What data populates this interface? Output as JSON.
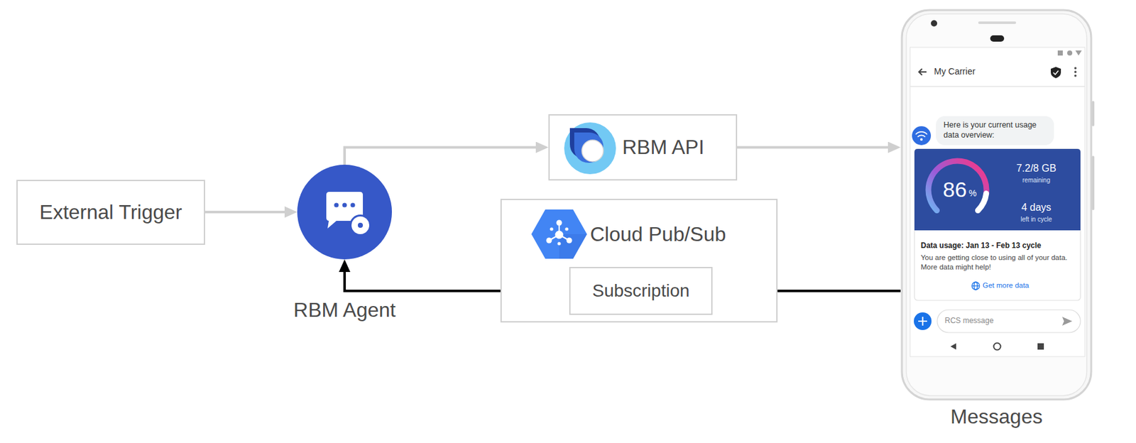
{
  "diagram": {
    "nodes": [
      {
        "text": [
          "External Trigger"
        ]
      },
      {
        "text": [
          "RBM Agent"
        ]
      },
      {
        "text": [
          "RBM API"
        ]
      },
      {
        "text": [
          "Cloud Pub/Sub"
        ]
      },
      {
        "text": [
          "Subscription"
        ],
        "in": 3
      },
      {
        "text": [
          "Messages"
        ]
      }
    ],
    "edges": [
      {
        "from": 0,
        "to": 1,
        "arrow": "to"
      },
      {
        "from": 1,
        "to": 2,
        "arrow": "to"
      },
      {
        "from": 2,
        "to": 5,
        "arrow": "to"
      },
      {
        "from": 5,
        "to": 4,
        "arrow": "to"
      },
      {
        "from": 4,
        "to": 1,
        "arrow": "to"
      }
    ],
    "labels": [
      "My Carrier",
      "Here is your current usage data overview:",
      "86",
      "%",
      "7.2/8 GB",
      "remaining",
      "4 days",
      "left in cycle",
      "Data usage: Jan 13 - Feb 13 cycle",
      "You are getting close to using all of your data. More data might help!",
      "Get more data",
      "RCS message"
    ]
  }
}
